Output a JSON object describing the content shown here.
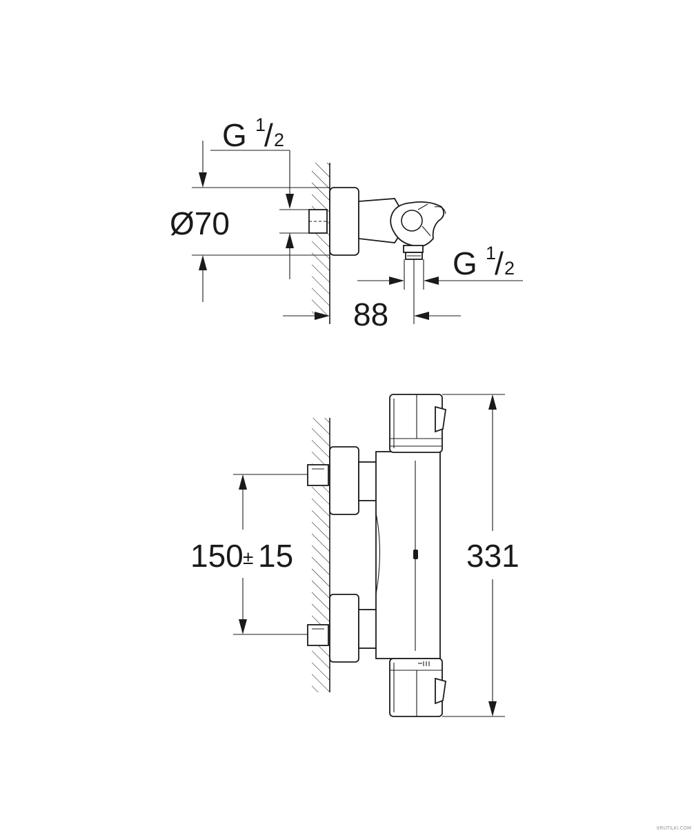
{
  "side_view": {
    "thread_top": {
      "letter": "G",
      "numerator": "1",
      "slash": "/",
      "denominator": "2"
    },
    "diameter": "Ø70",
    "depth": "88",
    "thread_outlet": {
      "letter": "G",
      "numerator": "1",
      "slash": "/",
      "denominator": "2"
    }
  },
  "front_view": {
    "spacing": "150",
    "plus_minus": "±",
    "tolerance": "15",
    "height": "331"
  },
  "watermark": "KRUTILKI.COM"
}
